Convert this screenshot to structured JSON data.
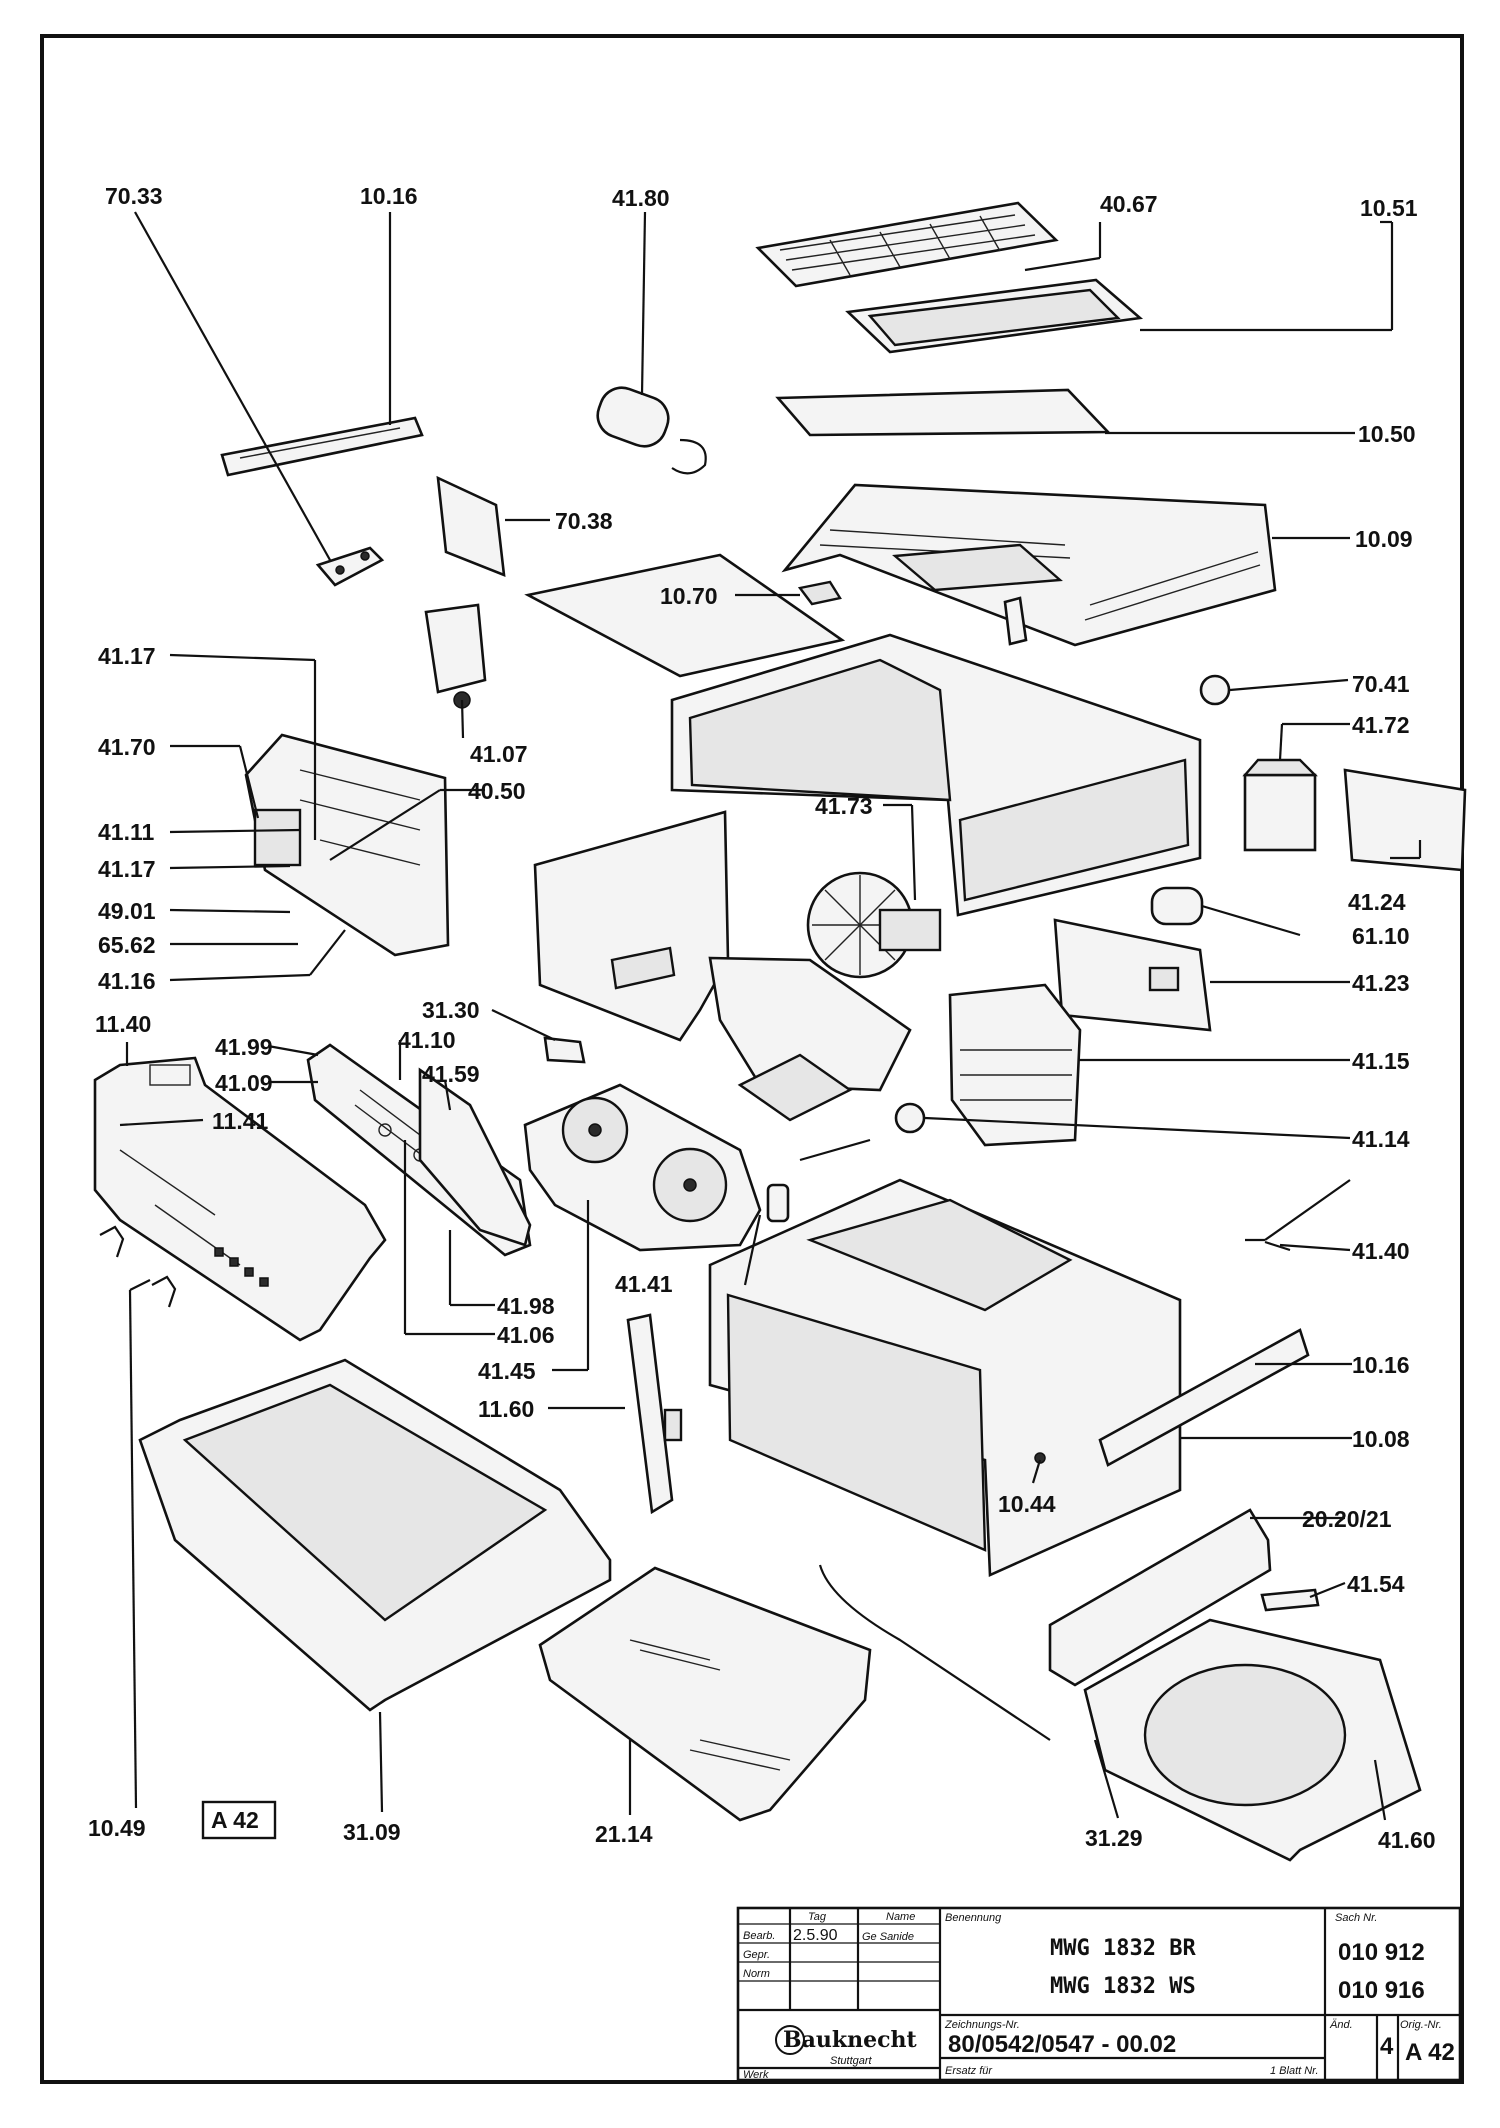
{
  "parts": [
    {
      "id": "70.33"
    },
    {
      "id": "10.16"
    },
    {
      "id": "41.80"
    },
    {
      "id": "40.67"
    },
    {
      "id": "10.51"
    },
    {
      "id": "10.50"
    },
    {
      "id": "70.38"
    },
    {
      "id": "10.09"
    },
    {
      "id": "10.70"
    },
    {
      "id": "70.41"
    },
    {
      "id": "41.17"
    },
    {
      "id": "41.07"
    },
    {
      "id": "41.72"
    },
    {
      "id": "41.70"
    },
    {
      "id": "40.50"
    },
    {
      "id": "41.73"
    },
    {
      "id": "41.11"
    },
    {
      "id": "41.17"
    },
    {
      "id": "41.24"
    },
    {
      "id": "49.01"
    },
    {
      "id": "61.10"
    },
    {
      "id": "65.62"
    },
    {
      "id": "41.16"
    },
    {
      "id": "41.23"
    },
    {
      "id": "11.40"
    },
    {
      "id": "31.30"
    },
    {
      "id": "41.99"
    },
    {
      "id": "41.10"
    },
    {
      "id": "41.15"
    },
    {
      "id": "41.09"
    },
    {
      "id": "41.59"
    },
    {
      "id": "11.41"
    },
    {
      "id": "41.14"
    },
    {
      "id": "41.40"
    },
    {
      "id": "41.41"
    },
    {
      "id": "41.98"
    },
    {
      "id": "41.06"
    },
    {
      "id": "10.16"
    },
    {
      "id": "41.45"
    },
    {
      "id": "11.60"
    },
    {
      "id": "10.08"
    },
    {
      "id": "10.44"
    },
    {
      "id": "20.20/21"
    },
    {
      "id": "41.54"
    },
    {
      "id": "10.49"
    },
    {
      "id": "31.09"
    },
    {
      "id": "21.14"
    },
    {
      "id": "31.29"
    },
    {
      "id": "41.60"
    }
  ],
  "sheet_tag": "A 42",
  "title_block": {
    "col_tag": "Tag",
    "col_name": "Name",
    "row_bearb": "Bearb.",
    "row_gepr": "Gepr.",
    "row_norm": "Norm",
    "date": "2.5.90",
    "editor": "Ge Sanide",
    "benennung_label": "Benennung",
    "model_1": "MWG 1832 BR",
    "model_2": "MWG 1832 WS",
    "sach_label": "Sach Nr.",
    "sach_1": "010 912",
    "sach_2": "010 916",
    "brand": "Bauknecht",
    "city": "Stuttgart",
    "werk": "Werk",
    "drawing_label": "Zeichnungs-Nr.",
    "drawing_no": "80/0542/0547 - 00.02",
    "ersatz_label": "Ersatz für",
    "blatt_label": "1 Blatt Nr.",
    "aend_label": "Änd.",
    "aend_value": "4",
    "orig_label": "Orig.-Nr.",
    "orig_value": "A 42"
  }
}
